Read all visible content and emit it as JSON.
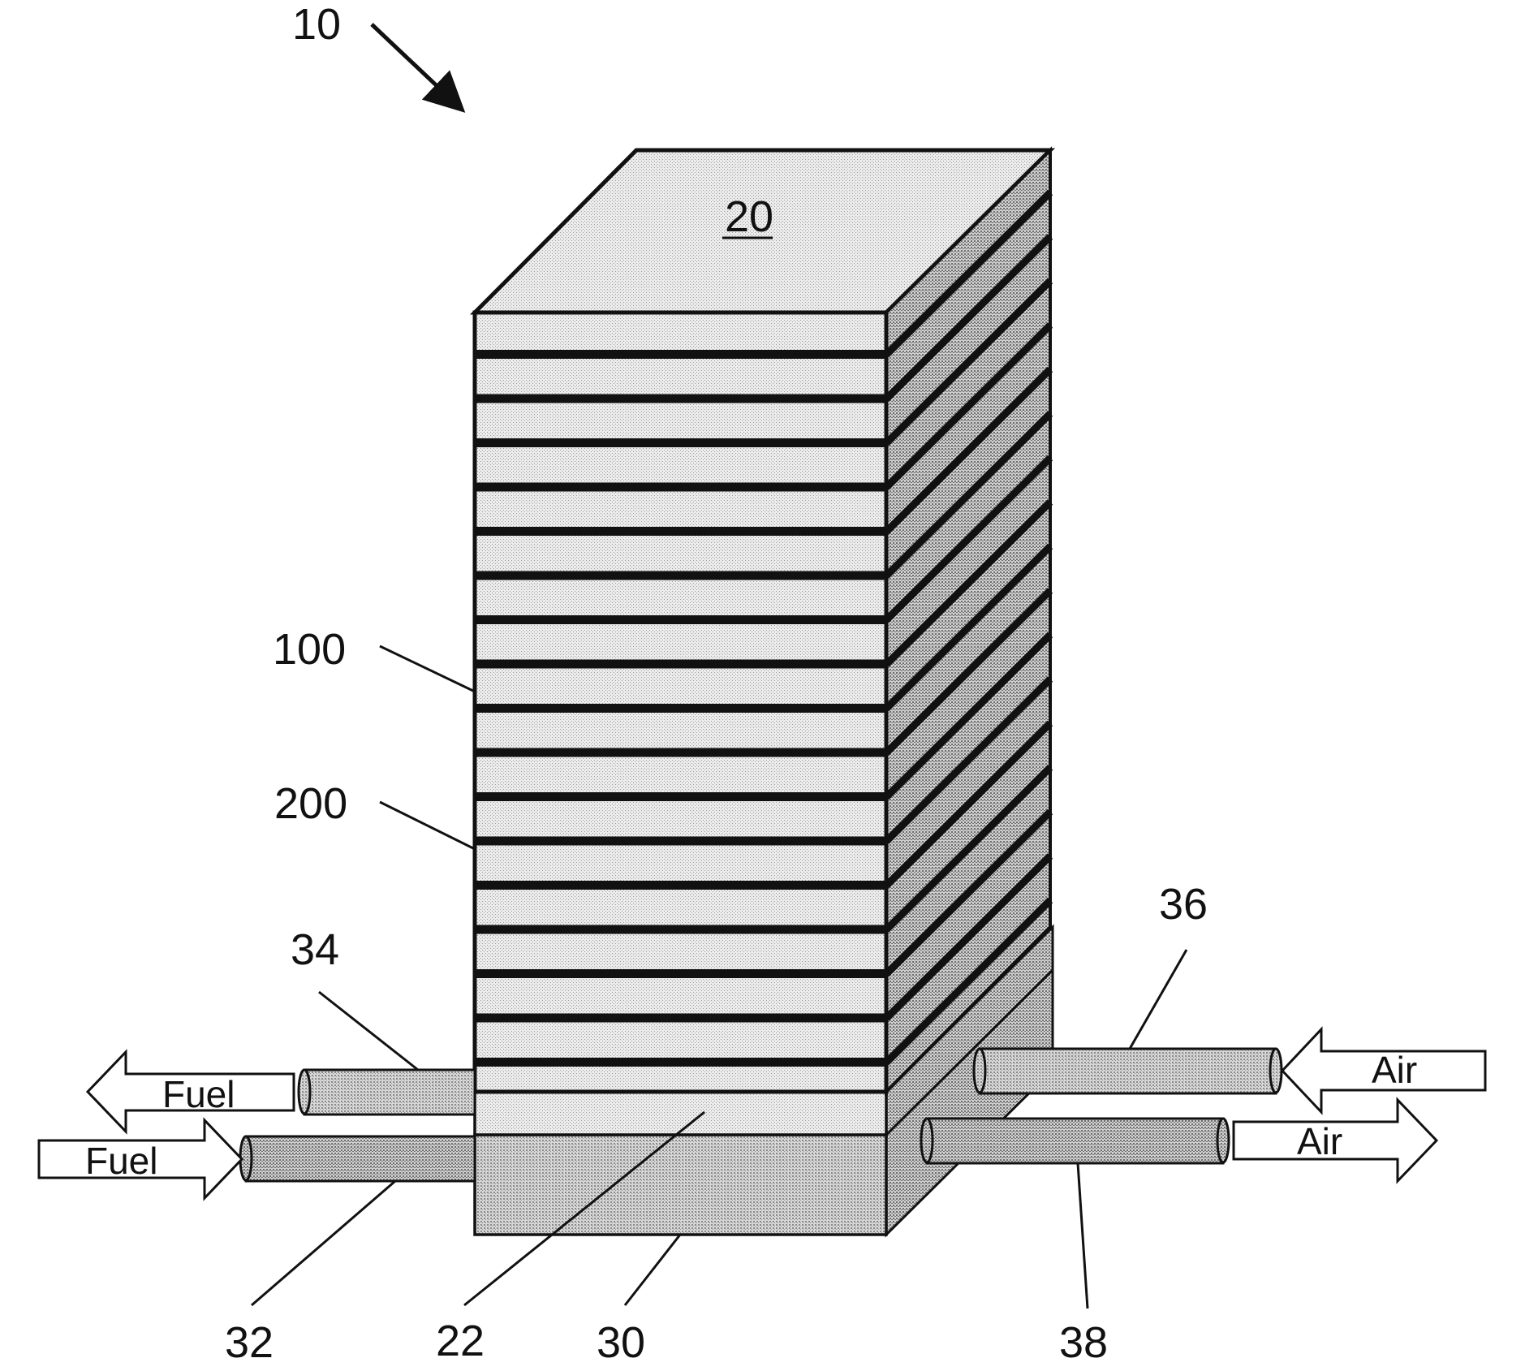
{
  "figure": {
    "references": {
      "assembly": "10",
      "top_plate": "20",
      "bottom_plate": "22",
      "base": "30",
      "fuel_inlet": "32",
      "fuel_outlet": "34",
      "air_inlet": "36",
      "air_outlet": "38",
      "cell_unit": "100",
      "separator": "200"
    },
    "flows": {
      "fuel_out": "Fuel",
      "fuel_in": "Fuel",
      "air_in": "Air",
      "air_out": "Air"
    }
  },
  "colors": {
    "line": "#111111",
    "light_fill": "#e4e4e4",
    "side_fill": "#c8c8c8",
    "dark_fill": "#bdbdbd"
  }
}
